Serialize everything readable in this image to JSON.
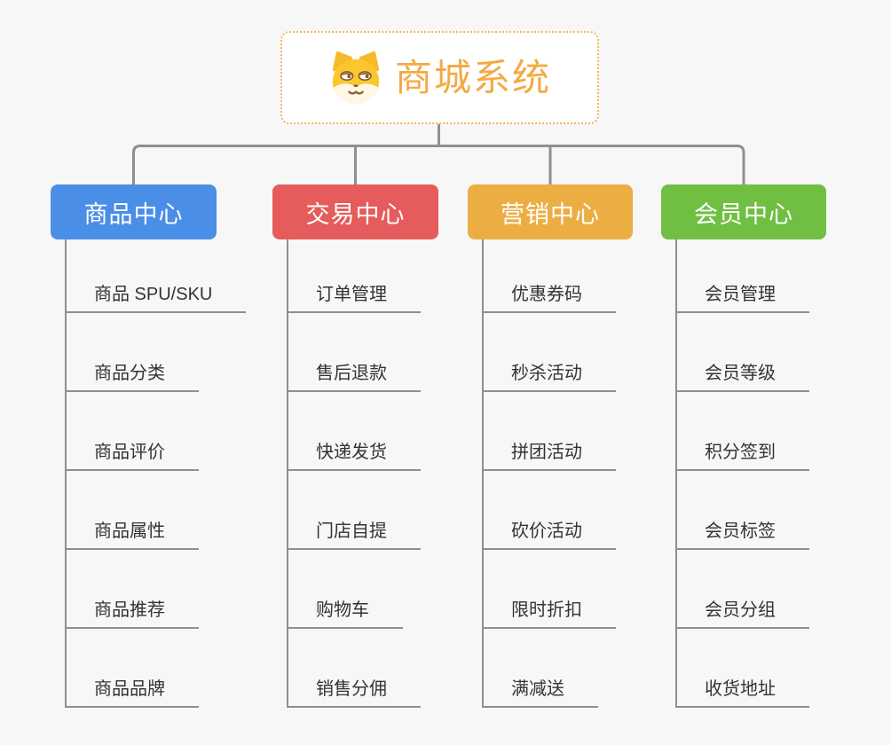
{
  "page": {
    "background_color": "#F7F7F7",
    "connector_color": "#8F8F8F"
  },
  "root": {
    "title": "商城系统",
    "icon": "shiba-dog-face-icon",
    "text_color": "#F5A943",
    "border_color": "#F0B860"
  },
  "branches": [
    {
      "label": "商品中心",
      "color": "#4A8EE8",
      "children": [
        "商品 SPU/SKU",
        "商品分类",
        "商品评价",
        "商品属性",
        "商品推荐",
        "商品品牌"
      ]
    },
    {
      "label": "交易中心",
      "color": "#E65B5B",
      "children": [
        "订单管理",
        "售后退款",
        "快递发货",
        "门店自提",
        "购物车",
        "销售分佣"
      ]
    },
    {
      "label": "营销中心",
      "color": "#ECAE43",
      "children": [
        "优惠券码",
        "秒杀活动",
        "拼团活动",
        "砍价活动",
        "限时折扣",
        "满减送"
      ]
    },
    {
      "label": "会员中心",
      "color": "#71BF42",
      "children": [
        "会员管理",
        "会员等级",
        "积分签到",
        "会员标签",
        "会员分组",
        "收货地址"
      ]
    }
  ]
}
